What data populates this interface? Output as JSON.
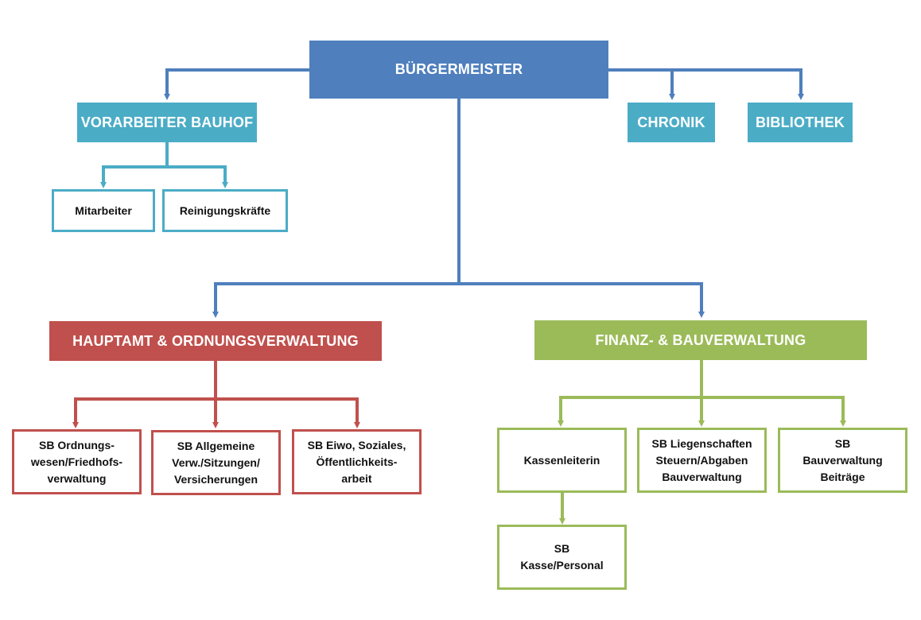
{
  "colors": {
    "mayor": "#4f7fbd",
    "bauhof": "#4bacc6",
    "hauptamt": "#c0504d",
    "finanz": "#9bbb59"
  },
  "mayor": {
    "label": "BÜRGERMEISTER"
  },
  "bauhof": {
    "label": "VORARBEITER BAUHOF",
    "children": [
      "Mitarbeiter",
      "Reinigungskräfte"
    ]
  },
  "chronik": {
    "label": "CHRONIK"
  },
  "bibliothek": {
    "label": "BIBLIOTHEK"
  },
  "hauptamt": {
    "label": "HAUPTAMT & ORDNUNGSVERWALTUNG",
    "children": [
      "SB Ordnungs-\nwesen/Friedhofs-\nverwaltung",
      "SB Allgemeine\nVerw./Sitzungen/\nVersicherungen",
      "SB Eiwo, Soziales,\nÖffentlichkeits-\narbeit"
    ]
  },
  "finanz": {
    "label": "FINANZ- & BAUVERWALTUNG",
    "children": [
      "Kassenleiterin",
      "SB Liegenschaften\nSteuern/Abgaben\nBauverwaltung",
      "SB\nBauverwaltung\nBeiträge"
    ],
    "kasse_child": "SB\nKasse/Personal"
  }
}
